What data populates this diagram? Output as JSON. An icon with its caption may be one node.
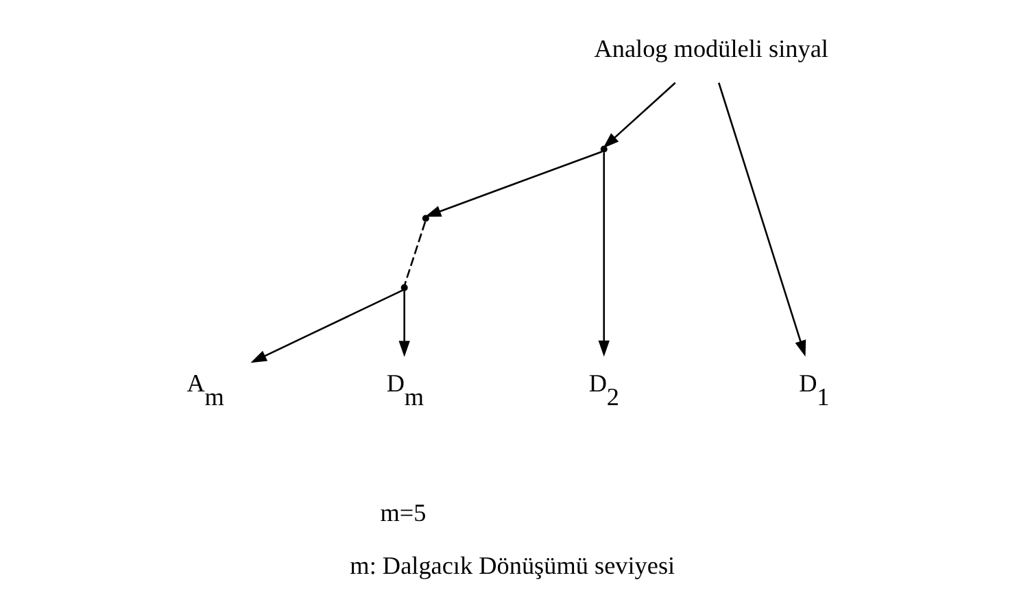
{
  "diagram": {
    "caption": "m: Dalgacık Dönüşümü seviyesi",
    "nodes": [
      {
        "text": [
          "Analog modüleli sinyal"
        ]
      },
      {
        "text": [],
        "shape": "point"
      },
      {
        "text": [],
        "shape": "point"
      },
      {
        "text": [],
        "shape": "point"
      },
      {
        "text": [
          "A$_{m}$"
        ]
      },
      {
        "text": [
          "D$_{m}$"
        ]
      },
      {
        "text": [
          "D$_{2}$"
        ]
      },
      {
        "text": [
          "D$_{1}$"
        ]
      }
    ],
    "edges": [
      {
        "from": 0,
        "to": 1,
        "arrow": "to"
      },
      {
        "from": 0,
        "to": 7,
        "arrow": "to"
      },
      {
        "from": 1,
        "to": 2,
        "arrow": "to"
      },
      {
        "from": 1,
        "to": 6,
        "arrow": "to"
      },
      {
        "from": 2,
        "to": 3,
        "arrow": "none",
        "style": "dashed"
      },
      {
        "from": 3,
        "to": 4,
        "arrow": "to"
      },
      {
        "from": 3,
        "to": 5,
        "arrow": "to"
      }
    ],
    "labels": [
      "m=5"
    ]
  }
}
